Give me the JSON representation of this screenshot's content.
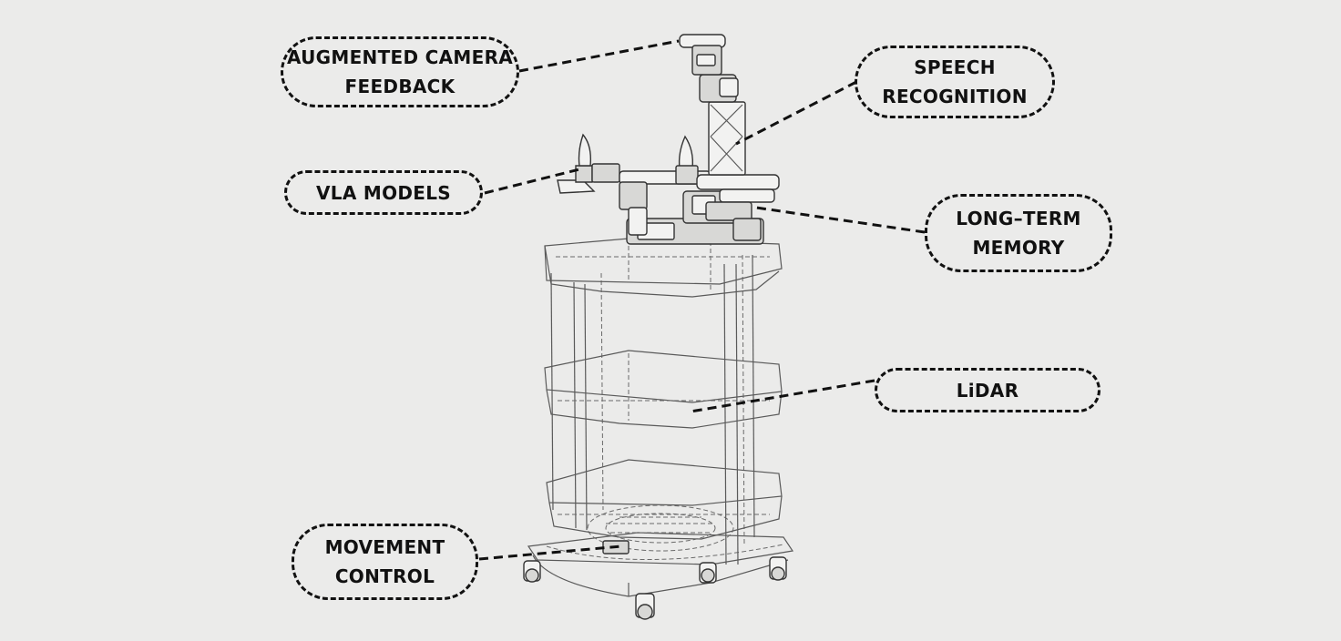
{
  "diagram": {
    "callouts": [
      {
        "id": "augmented-camera-feedback",
        "text": "AUGMENTED CAMERA\nFEEDBACK"
      },
      {
        "id": "speech-recognition",
        "text": "SPEECH\nRECOGNITION"
      },
      {
        "id": "vla-models",
        "text": "VLA MODELS"
      },
      {
        "id": "long-term-memory",
        "text": "LONG–TERM\nMEMORY"
      },
      {
        "id": "lidar",
        "text": "LiDAR"
      },
      {
        "id": "movement-control",
        "text": "MOVEMENT\nCONTROL"
      }
    ]
  }
}
